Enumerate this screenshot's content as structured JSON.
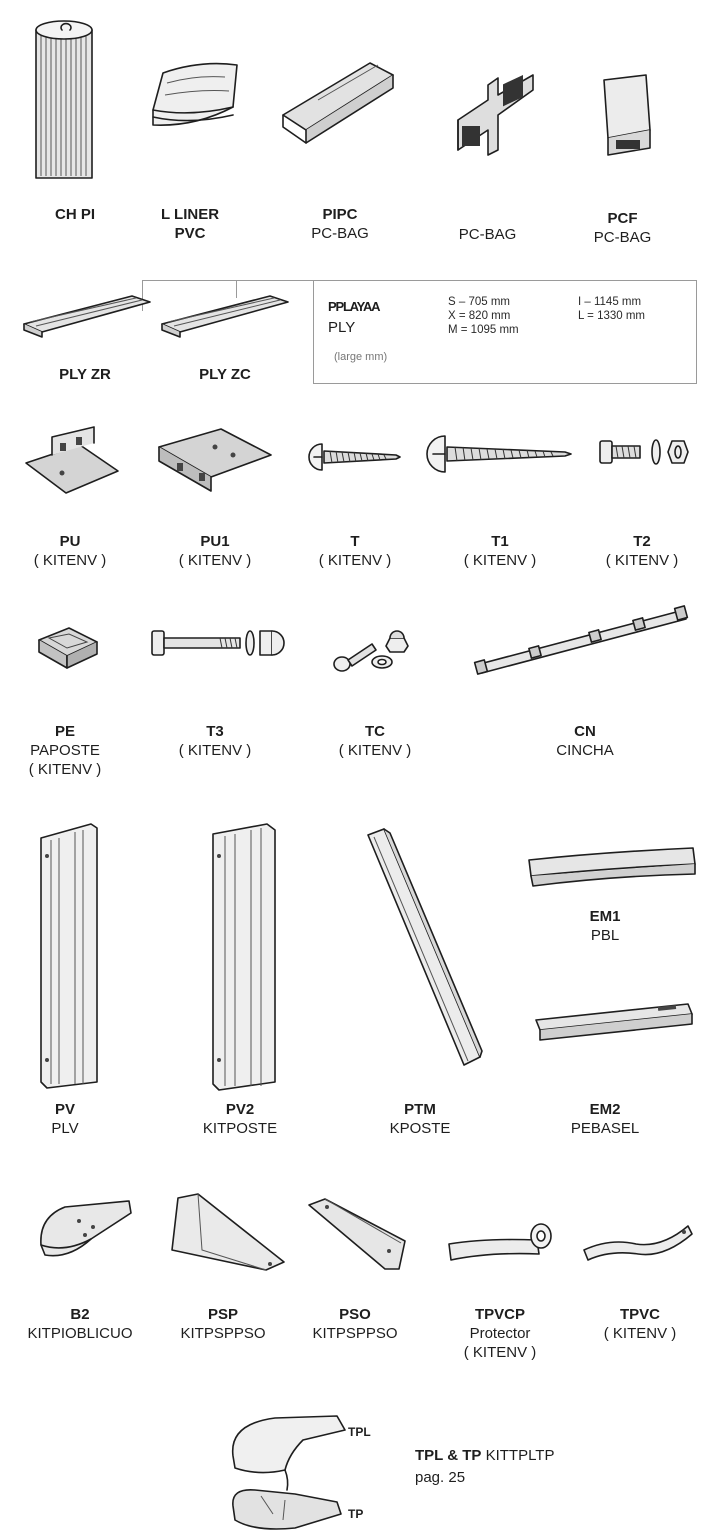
{
  "row1": [
    {
      "code": "CH PI",
      "sub": ""
    },
    {
      "code": "L LINER",
      "sub": "PVC"
    },
    {
      "code": "PIPC",
      "sub": "PC-BAG"
    },
    {
      "code": "",
      "sub": "PC-BAG"
    },
    {
      "code": "PCF",
      "sub": "PC-BAG"
    }
  ],
  "row2": {
    "items": [
      {
        "code": "PLY ZR"
      },
      {
        "code": "PLY ZC"
      }
    ],
    "box": {
      "title": "PPLAYAA",
      "sub": "PLY",
      "note": "(large mm)",
      "dims_left": [
        "S – 705 mm",
        "X = 820 mm",
        "M = 1095 mm"
      ],
      "dims_right": [
        "I – 1145 mm",
        "L = 1330 mm"
      ]
    }
  },
  "row3": [
    {
      "code": "PU",
      "sub": "( KITENV )"
    },
    {
      "code": "PU1",
      "sub": "( KITENV )"
    },
    {
      "code": "T",
      "sub": "( KITENV )"
    },
    {
      "code": "T1",
      "sub": "( KITENV )"
    },
    {
      "code": "T2",
      "sub": "( KITENV )"
    }
  ],
  "row4": [
    {
      "code": "PE",
      "sub": "PAPOSTE",
      "sub2": "( KITENV )"
    },
    {
      "code": "T3",
      "sub": "( KITENV )"
    },
    {
      "code": "TC",
      "sub": "( KITENV )"
    },
    {
      "code": "CN",
      "sub": "CINCHA"
    }
  ],
  "row5": [
    {
      "code": "PV",
      "sub": "PLV"
    },
    {
      "code": "PV2",
      "sub": "KITPOSTE"
    },
    {
      "code": "PTM",
      "sub": "KPOSTE"
    },
    {
      "code": "EM1",
      "sub": "PBL"
    },
    {
      "code": "EM2",
      "sub": "PEBASEL"
    }
  ],
  "row6": [
    {
      "code": "B2",
      "sub": "KITPIOBLICUO"
    },
    {
      "code": "PSP",
      "sub": "KITPSPPSO"
    },
    {
      "code": "PSO",
      "sub": "KITPSPPSO"
    },
    {
      "code": "TPVCP",
      "sub": "Protector",
      "sub2": "( KITENV )"
    },
    {
      "code": "TPVC",
      "sub": "( KITENV )"
    }
  ],
  "tpl": {
    "label_top": "TPL",
    "label_bottom": "TP",
    "caption_bold": "TPL & TP",
    "caption_rest": "KITTPLTP",
    "caption_page": "pag. 25"
  }
}
